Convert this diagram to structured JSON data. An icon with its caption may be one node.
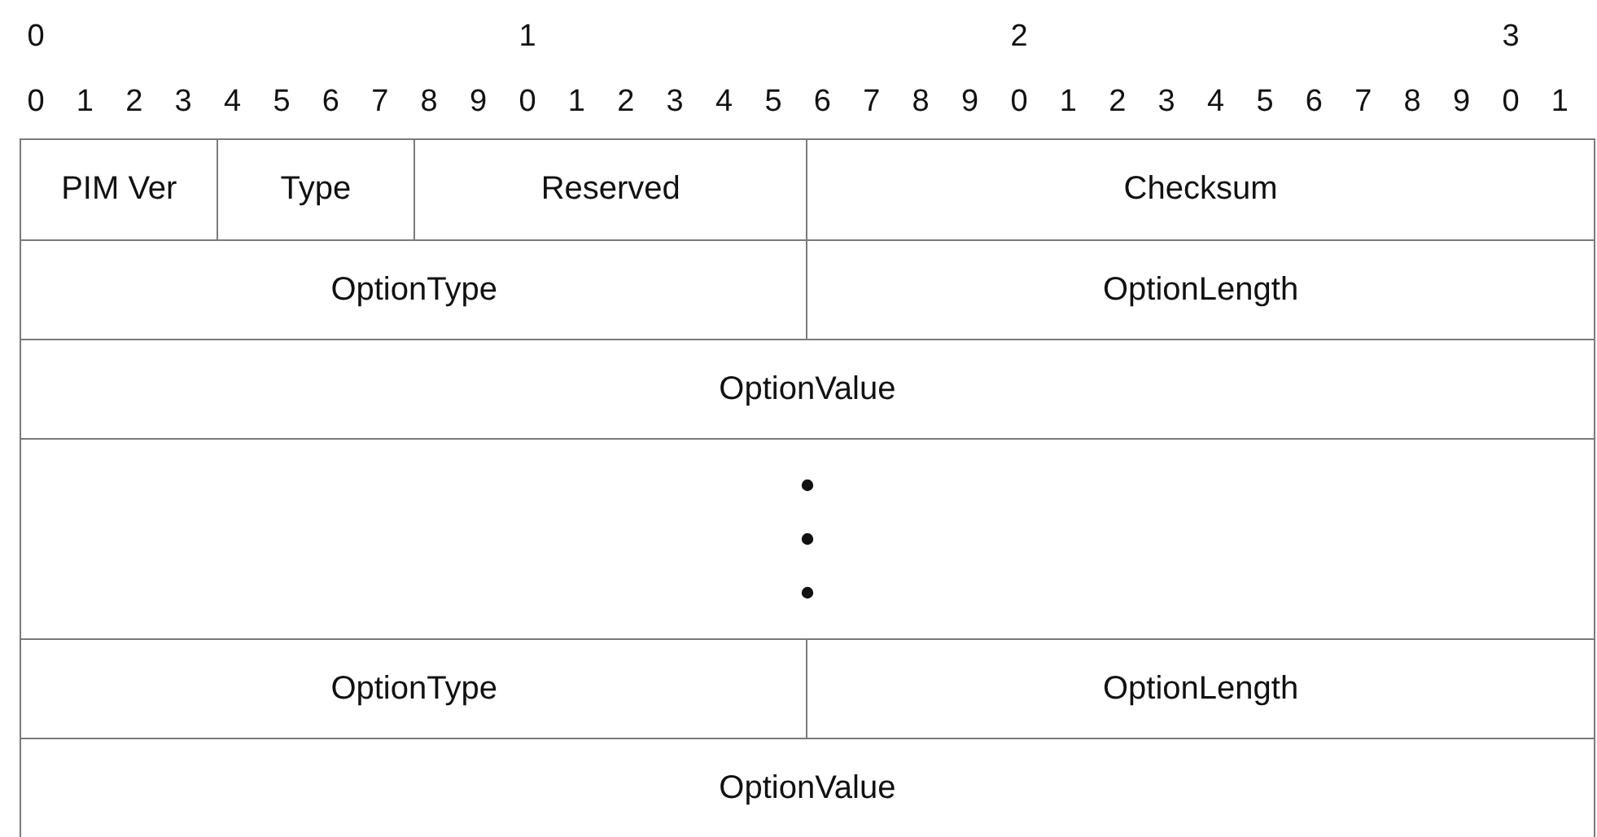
{
  "diagram": {
    "nodes": [
      {
        "text": [
          "PIM Ver"
        ]
      },
      {
        "text": [
          "Type"
        ]
      },
      {
        "text": [
          "Reserved"
        ]
      },
      {
        "text": [
          "Checksum"
        ]
      },
      {
        "text": [
          "OptionType"
        ]
      },
      {
        "text": [
          "OptionLength"
        ]
      },
      {
        "text": [
          "OptionValue"
        ]
      },
      {
        "text": [],
        "shape": "box"
      },
      {
        "text": [
          "OptionType"
        ]
      },
      {
        "text": [
          "OptionLength"
        ]
      },
      {
        "text": [
          "OptionValue"
        ]
      }
    ],
    "labels": [
      "0",
      "1",
      "2",
      "3",
      "0",
      "1",
      "2",
      "3",
      "4",
      "5",
      "6",
      "7",
      "8",
      "9",
      "0",
      "1",
      "2",
      "3",
      "4",
      "5",
      "6",
      "7",
      "8",
      "9",
      "0",
      "1",
      "2",
      "3",
      "4",
      "5",
      "6",
      "7",
      "8",
      "9",
      "0",
      "1"
    ]
  }
}
